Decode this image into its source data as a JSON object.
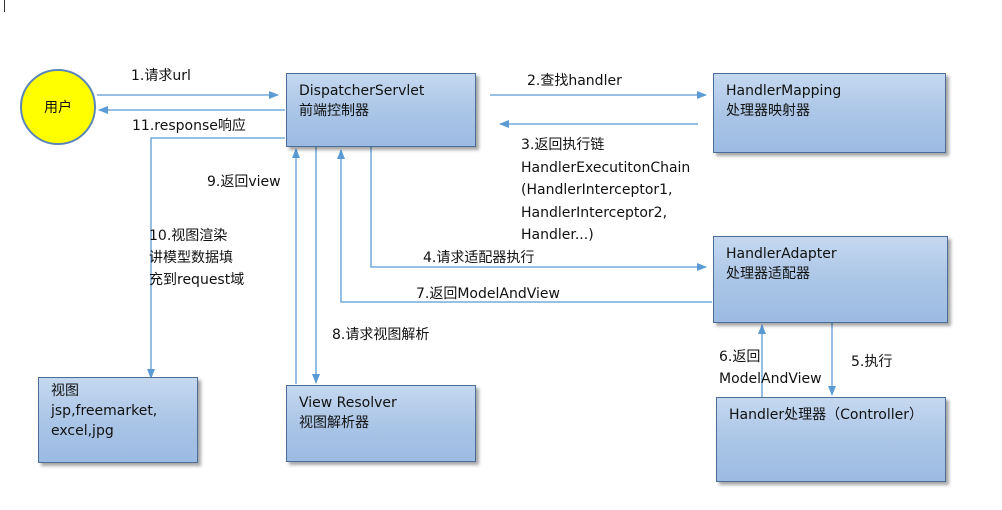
{
  "user": {
    "label": "用户"
  },
  "boxes": {
    "dispatcher": {
      "line1": "DispatcherServlet",
      "line2": "前端控制器"
    },
    "mapping": {
      "line1": "HandlerMapping",
      "line2": "处理器映射器"
    },
    "adapter": {
      "line1": "HandlerAdapter",
      "line2": "处理器适配器"
    },
    "handler": {
      "line1": "Handler处理器（Controller）"
    },
    "resolver": {
      "line1": "View Resolver",
      "line2": "视图解析器"
    },
    "view": {
      "line1": "视图",
      "line2": "jsp,freemarket,",
      "line3": "excel,jpg"
    }
  },
  "steps": {
    "s1": "1.请求url",
    "s2": "2.查找handler",
    "s3": {
      "line1": "3.返回执行链",
      "line2": "HandlerExecutitonChain",
      "line3": "(HandlerInterceptor1,",
      "line4": "HandlerInterceptor2,",
      "line5": "Handler...)"
    },
    "s4": "4.请求适配器执行",
    "s5": "5.执行",
    "s6": {
      "line1": "6.返回",
      "line2": "ModelAndView"
    },
    "s7": "7.返回ModelAndView",
    "s8": "8.请求视图解析",
    "s9": "9.返回view",
    "s10": {
      "line1": "10.视图渲染",
      "line2": "讲模型数据填",
      "line3": "充到request域"
    },
    "s11": "11.response响应"
  },
  "colors": {
    "arrow": "#5b9bd5",
    "box_fill": "#a9c4e6",
    "box_border": "#4a6e97",
    "user_fill": "#ffff00"
  }
}
